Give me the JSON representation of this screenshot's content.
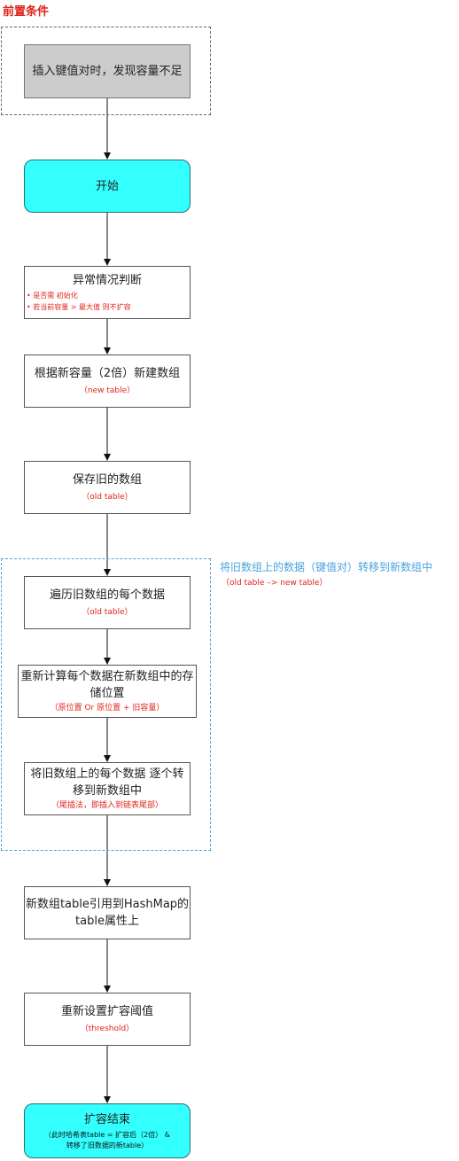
{
  "precondition": {
    "title": "前置条件",
    "trigger": "插入键值对时，发现容量不足"
  },
  "steps": {
    "start": {
      "label": "开始"
    },
    "check": {
      "label": "异常情况判断",
      "bullets": [
        "是否需 初始化",
        "若当前容量 > 最大值 则不扩容"
      ]
    },
    "create": {
      "label": "根据新容量（2倍）新建数组",
      "note": "（new table）"
    },
    "save": {
      "label": "保存旧的数组",
      "note": "（old table）"
    },
    "transfer_group": {
      "title": "将旧数组上的数据（键值对）转移到新数组中",
      "note": "（old table –> new table）"
    },
    "iterate": {
      "label": "遍历旧数组的每个数据",
      "note": "（old table）"
    },
    "recalc": {
      "label_line1": "重新计算每个数据在新数组中的存",
      "label_line2": "储位置",
      "note": "（原位置 Or 原位置 + 旧容量）"
    },
    "move": {
      "label_line1": "将旧数组上的每个数据 逐个转",
      "label_line2": "移到新数组中",
      "note": "（尾插法，即插入到链表尾部）"
    },
    "assign": {
      "label_line1": "新数组table引用到HashMap的",
      "label_line2": "table属性上"
    },
    "threshold": {
      "label": "重新设置扩容阈值",
      "note": "（threshold）"
    },
    "end": {
      "label": "扩容结束",
      "note_line1": "（此时哈希表table = 扩容后（2倍） &",
      "note_line2": "转移了旧数据的新table）"
    }
  },
  "colors": {
    "accent_red": "#e0241b",
    "start_end_fill": "#33ffff",
    "trigger_fill": "#cccccc",
    "group_border": "#4aa3df"
  }
}
